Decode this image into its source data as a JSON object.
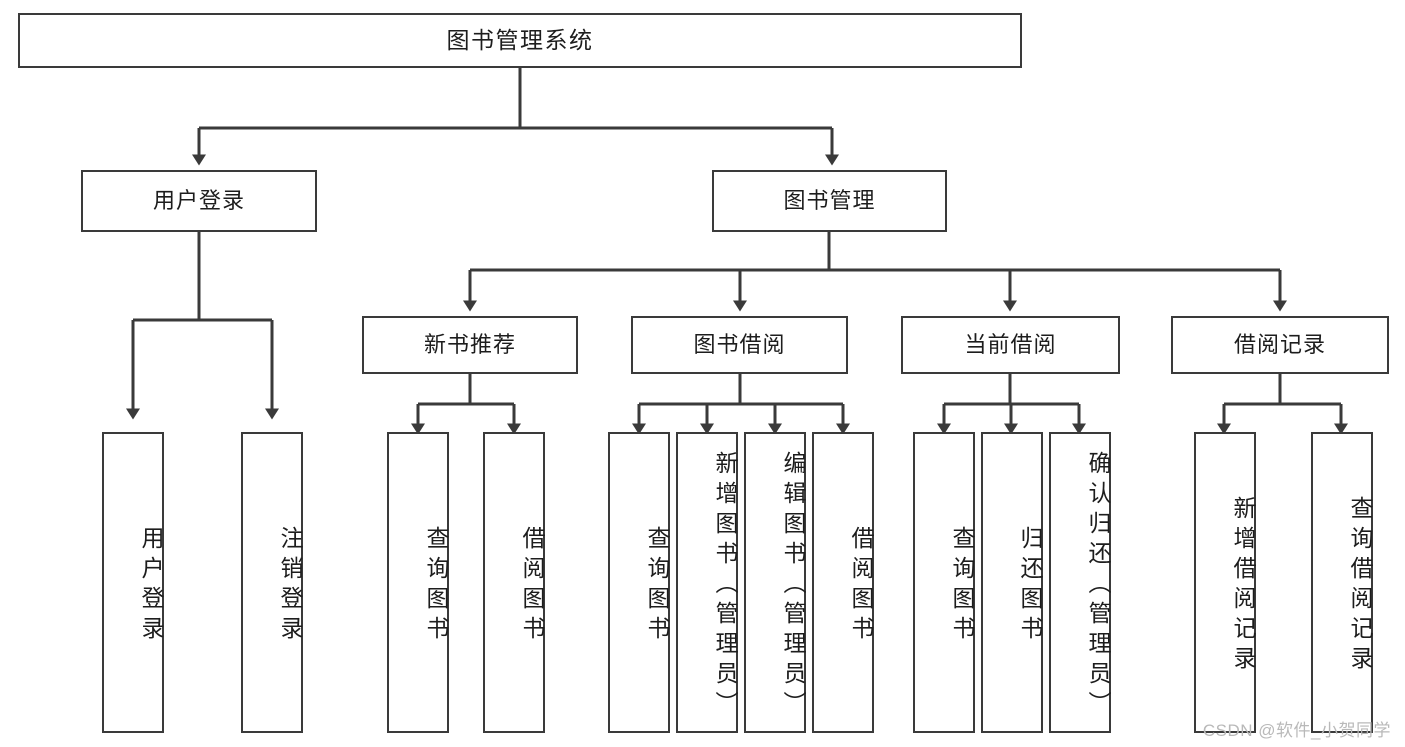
{
  "diagram": {
    "title_text": "图书管理系统",
    "type": "hierarchy-tree",
    "orientation": "top-down",
    "box_fill": "#ffffff",
    "box_stroke": "#3a3a3a",
    "connector_color": "#3a3a3a",
    "text_color": "#1d1d1d",
    "background": "#ffffff"
  },
  "root": {
    "label": "图书管理系统"
  },
  "level2": [
    {
      "label": "用户登录"
    },
    {
      "label": "图书管理"
    }
  ],
  "level3": [
    {
      "label": "新书推荐"
    },
    {
      "label": "图书借阅"
    },
    {
      "label": "当前借阅"
    },
    {
      "label": "借阅记录"
    }
  ],
  "leaves": {
    "user_login": [
      {
        "label": "用户登录"
      },
      {
        "label": "注销登录"
      }
    ],
    "new_book_recommend": [
      {
        "label": "查询图书"
      },
      {
        "label": "借阅图书"
      }
    ],
    "book_borrow": [
      {
        "label": "查询图书"
      },
      {
        "label": "新增图书（管理员）"
      },
      {
        "label": "编辑图书（管理员）"
      },
      {
        "label": "借阅图书"
      }
    ],
    "current_borrow": [
      {
        "label": "查询图书"
      },
      {
        "label": "归还图书"
      },
      {
        "label": "确认归还（管理员）"
      }
    ],
    "borrow_record": [
      {
        "label": "新增借阅记录"
      },
      {
        "label": "查询借阅记录"
      }
    ]
  },
  "watermark": {
    "text": "CSDN @软件_小贺同学"
  }
}
